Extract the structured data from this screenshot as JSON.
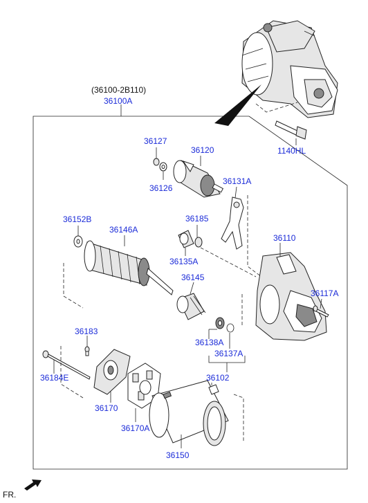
{
  "assembly": {
    "alt_number": "(36100-2B110)",
    "main_number": "36100A",
    "fr_label": "FR."
  },
  "parts": {
    "p1140HL": "1140HL",
    "p36127": "36127",
    "p36126": "36126",
    "p36120": "36120",
    "p36131A": "36131A",
    "p36152B": "36152B",
    "p36146A": "36146A",
    "p36185": "36185",
    "p36135A": "36135A",
    "p36110": "36110",
    "p36145": "36145",
    "p36117A": "36117A",
    "p36183": "36183",
    "p36138A": "36138A",
    "p36137A": "36137A",
    "p36184E": "36184E",
    "p36102": "36102",
    "p36170": "36170",
    "p36170A": "36170A",
    "p36150": "36150"
  },
  "colors": {
    "part_number_blue": "#1a2ad8",
    "line_black": "#222222"
  }
}
